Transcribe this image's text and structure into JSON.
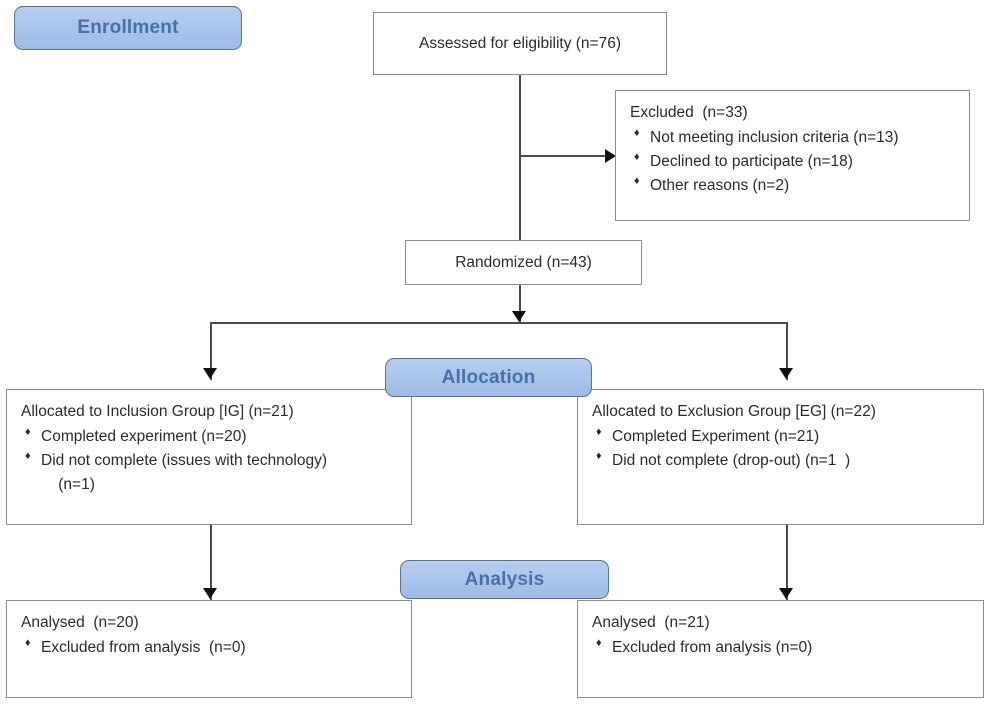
{
  "diagram": {
    "title": "CONSORT participant flow diagram",
    "colors": {
      "badge_fill": "#a9c4ea",
      "badge_border": "#5b7196",
      "badge_text": "#4a6fa8",
      "box_border": "#8c8c8c",
      "box_fill": "#ffffff",
      "text": "#2b2b2b",
      "connector": "#4a4a4a",
      "arrowhead": "#111111"
    },
    "stages": [
      {
        "id": "enrollment",
        "label": "Enrollment"
      },
      {
        "id": "allocation",
        "label": "Allocation"
      },
      {
        "id": "analysis",
        "label": "Analysis"
      }
    ],
    "nodes": {
      "assessed": {
        "text": "Assessed for eligibility (n=76)"
      },
      "excluded": {
        "header": "Excluded  (n=33)",
        "items": [
          "Not meeting inclusion criteria (n=13)",
          "Declined to participate (n=18)",
          "Other reasons (n=2)"
        ]
      },
      "randomized": {
        "text": "Randomized (n=43)"
      },
      "allocated_left": {
        "header": "Allocated to Inclusion Group [IG] (n=21)",
        "items": [
          "Completed experiment (n=20)",
          "Did not complete (issues with technology)\n    (n=1)"
        ]
      },
      "allocated_right": {
        "header": "Allocated to Exclusion Group [EG] (n=22)",
        "items": [
          "Completed Experiment (n=21)",
          "Did not complete (drop-out) (n=1  )"
        ]
      },
      "analysed_left": {
        "header": "Analysed  (n=20)",
        "items": [
          "Excluded from analysis  (n=0)"
        ]
      },
      "analysed_right": {
        "header": "Analysed  (n=21)",
        "items": [
          "Excluded from analysis (n=0)"
        ]
      }
    }
  }
}
